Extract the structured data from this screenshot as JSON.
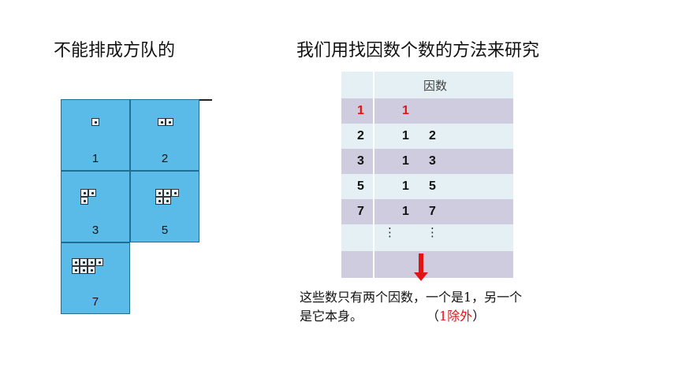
{
  "titles": {
    "left": "不能排成方队的",
    "right": "我们用找因数个数的方法来研究"
  },
  "squares": [
    {
      "label": "1",
      "dot_rows": [
        1
      ]
    },
    {
      "label": "2",
      "dot_rows": [
        2
      ]
    },
    {
      "label": "3",
      "dot_rows": [
        2,
        1
      ]
    },
    {
      "label": "5",
      "dot_rows": [
        3,
        2
      ]
    },
    {
      "label": "7",
      "dot_rows": [
        4,
        3
      ]
    }
  ],
  "table": {
    "header": "因数",
    "rows": [
      {
        "number": "1",
        "factors": [
          "1"
        ],
        "highlight": true
      },
      {
        "number": "2",
        "factors": [
          "1",
          "2"
        ]
      },
      {
        "number": "3",
        "factors": [
          "1",
          "3"
        ]
      },
      {
        "number": "5",
        "factors": [
          "1",
          "5"
        ]
      },
      {
        "number": "7",
        "factors": [
          "1",
          "7"
        ]
      }
    ],
    "ellipsis": "⋮"
  },
  "caption": {
    "line1": "这些数只有两个因数，一个是1，另一个",
    "line2": "是它本身。",
    "note_open": "（",
    "note_red": "1除外",
    "note_close": "）"
  },
  "colors": {
    "cell_fill": "#5bbbe8",
    "highlight": "#e21515",
    "row_alt": "#cfcce0",
    "row_light": "#e4f0f3"
  }
}
